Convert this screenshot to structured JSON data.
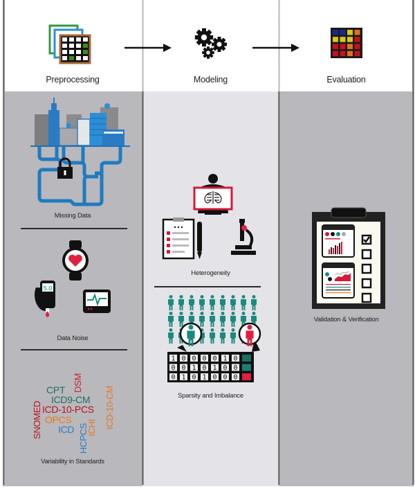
{
  "stages": [
    {
      "id": "preprocessing",
      "title": "Preprocessing",
      "icon": "data-tables-icon"
    },
    {
      "id": "modeling",
      "title": "Modeling",
      "icon": "gears-icon"
    },
    {
      "id": "evaluation",
      "title": "Evaluation",
      "icon": "heatmap-grid-icon"
    }
  ],
  "preprocessing": {
    "challenges": [
      {
        "label": "Missing Data",
        "icon": "city-pipes-lock-icon"
      },
      {
        "label": "Data Noise",
        "icon": "wearables-icon"
      },
      {
        "label": "Variability in Standards",
        "icon": "coding-standards-word-cloud"
      }
    ],
    "glucose_reading": "5.0",
    "standards": [
      {
        "text": "CPT",
        "color": "#1f6f63"
      },
      {
        "text": "DSM",
        "color": "#c8202f"
      },
      {
        "text": "ICD9-CM",
        "color": "#1f6f63"
      },
      {
        "text": "ICD-10-PCS",
        "color": "#b5121b"
      },
      {
        "text": "SNOMED",
        "color": "#b5121b"
      },
      {
        "text": "OPCS",
        "color": "#e8781e"
      },
      {
        "text": "ICD",
        "color": "#2b7bc4"
      },
      {
        "text": "HCPCS",
        "color": "#2b7bc4"
      },
      {
        "text": "ICHI",
        "color": "#e8781e"
      },
      {
        "text": "ICD-10-CM",
        "color": "#e8781e"
      }
    ]
  },
  "modeling": {
    "challenges": [
      {
        "label": "Heterogeneity",
        "icon": "xray-clipboard-microscope-icon"
      },
      {
        "label": "Sparsity and Imbalance",
        "icon": "population-matrix-icon"
      }
    ],
    "matrix_rows": [
      {
        "bits": [
          "1",
          "0",
          "0",
          "0",
          "0",
          "1",
          "0"
        ],
        "class_color": "#1c6d61"
      },
      {
        "bits": [
          "0",
          "0",
          "1",
          "0",
          "1",
          "0",
          "0"
        ],
        "class_color": "#1c7d6f"
      },
      {
        "bits": [
          "0",
          "1",
          "0",
          "1",
          "0",
          "0",
          "0"
        ],
        "class_color": "#e0203f"
      }
    ]
  },
  "evaluation": {
    "challenges": [
      {
        "label": "Validation & Verification",
        "icon": "clipboard-checklist-icon"
      }
    ]
  },
  "colors": {
    "side_columns": "#b9b8bc",
    "middle_column": "#e4e3e7",
    "teal": "#1a8a7e",
    "red": "#e0203f",
    "blue": "#1f7bc0"
  }
}
